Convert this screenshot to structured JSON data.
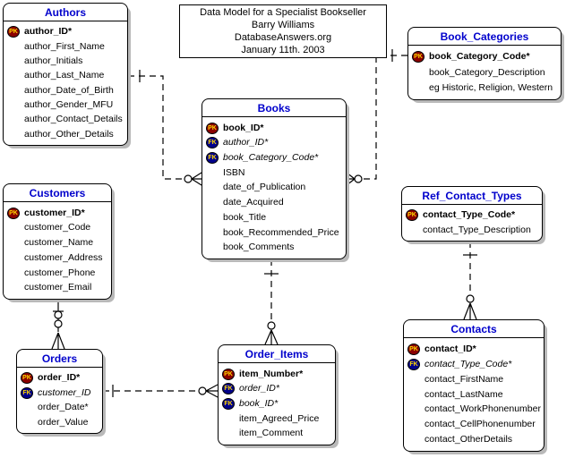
{
  "title_box": {
    "lines": [
      "Data Model for a Specialist Bookseller",
      "Barry Williams",
      "DatabaseAnswers.org",
      "January 11th. 2003"
    ]
  },
  "colors": {
    "pk_badge": "#8B0000",
    "fk_badge": "#00008B",
    "badge_text": "#FFD700",
    "entity_title": "#0000CC"
  },
  "entities": [
    {
      "id": "authors",
      "title": "Authors",
      "fields": [
        {
          "text": "author_ID*",
          "badge": "PK",
          "style": "pk"
        },
        {
          "text": "author_First_Name",
          "badge": "",
          "style": "plain"
        },
        {
          "text": "author_Initials",
          "badge": "",
          "style": "plain"
        },
        {
          "text": "author_Last_Name",
          "badge": "",
          "style": "plain"
        },
        {
          "text": "author_Date_of_Birth",
          "badge": "",
          "style": "plain"
        },
        {
          "text": "author_Gender_MFU",
          "badge": "",
          "style": "plain"
        },
        {
          "text": "author_Contact_Details",
          "badge": "",
          "style": "plain"
        },
        {
          "text": "author_Other_Details",
          "badge": "",
          "style": "plain"
        }
      ]
    },
    {
      "id": "bookcat",
      "title": "Book_Categories",
      "fields": [
        {
          "text": "book_Category_Code*",
          "badge": "PK",
          "style": "pk"
        },
        {
          "text": "book_Category_Description",
          "badge": "",
          "style": "plain"
        },
        {
          "text": "eg Historic, Religion, Western",
          "badge": "",
          "style": "plain"
        }
      ]
    },
    {
      "id": "books",
      "title": "Books",
      "fields": [
        {
          "text": "book_ID*",
          "badge": "PK",
          "style": "pk"
        },
        {
          "text": "author_ID*",
          "badge": "FK",
          "style": "fk"
        },
        {
          "text": "book_Category_Code*",
          "badge": "FK",
          "style": "fk"
        },
        {
          "text": "ISBN",
          "badge": "",
          "style": "plain"
        },
        {
          "text": "date_of_Publication",
          "badge": "",
          "style": "plain"
        },
        {
          "text": "date_Acquired",
          "badge": "",
          "style": "plain"
        },
        {
          "text": "book_Title",
          "badge": "",
          "style": "plain"
        },
        {
          "text": "book_Recommended_Price",
          "badge": "",
          "style": "plain"
        },
        {
          "text": "book_Comments",
          "badge": "",
          "style": "plain"
        }
      ]
    },
    {
      "id": "customers",
      "title": "Customers",
      "fields": [
        {
          "text": "customer_ID*",
          "badge": "PK",
          "style": "pk"
        },
        {
          "text": "customer_Code",
          "badge": "",
          "style": "plain"
        },
        {
          "text": "customer_Name",
          "badge": "",
          "style": "plain"
        },
        {
          "text": "customer_Address",
          "badge": "",
          "style": "plain"
        },
        {
          "text": "customer_Phone",
          "badge": "",
          "style": "plain"
        },
        {
          "text": "customer_Email",
          "badge": "",
          "style": "plain"
        }
      ]
    },
    {
      "id": "refct",
      "title": "Ref_Contact_Types",
      "fields": [
        {
          "text": "contact_Type_Code*",
          "badge": "PK",
          "style": "pk"
        },
        {
          "text": "contact_Type_Description",
          "badge": "",
          "style": "plain"
        }
      ]
    },
    {
      "id": "orders",
      "title": "Orders",
      "fields": [
        {
          "text": "order_ID*",
          "badge": "PK",
          "style": "pk"
        },
        {
          "text": "customer_ID",
          "badge": "FK",
          "style": "fk"
        },
        {
          "text": "order_Date*",
          "badge": "",
          "style": "plain"
        },
        {
          "text": "order_Value",
          "badge": "",
          "style": "plain"
        }
      ]
    },
    {
      "id": "orderitems",
      "title": "Order_Items",
      "fields": [
        {
          "text": "item_Number*",
          "badge": "PK",
          "style": "pk"
        },
        {
          "text": "order_ID*",
          "badge": "FK",
          "style": "fk"
        },
        {
          "text": "book_ID*",
          "badge": "FK",
          "style": "fk"
        },
        {
          "text": "item_Agreed_Price",
          "badge": "",
          "style": "plain"
        },
        {
          "text": "item_Comment",
          "badge": "",
          "style": "plain"
        }
      ]
    },
    {
      "id": "contacts",
      "title": "Contacts",
      "fields": [
        {
          "text": "contact_ID*",
          "badge": "PK",
          "style": "pk"
        },
        {
          "text": "contact_Type_Code*",
          "badge": "FK",
          "style": "fk"
        },
        {
          "text": "contact_FirstName",
          "badge": "",
          "style": "plain"
        },
        {
          "text": "contact_LastName",
          "badge": "",
          "style": "plain"
        },
        {
          "text": "contact_WorkPhonenumber",
          "badge": "",
          "style": "plain"
        },
        {
          "text": "contact_CellPhonenumber",
          "badge": "",
          "style": "plain"
        },
        {
          "text": "contact_OtherDetails",
          "badge": "",
          "style": "plain"
        }
      ]
    }
  ],
  "relationships": [
    {
      "from": "Authors",
      "to": "Books",
      "from_end": "one",
      "to_end": "zero-or-many",
      "line": "dashed"
    },
    {
      "from": "Book_Categories",
      "to": "Books",
      "from_end": "one",
      "to_end": "zero-or-many",
      "line": "dashed"
    },
    {
      "from": "Books",
      "to": "Order_Items",
      "from_end": "one",
      "to_end": "zero-or-many",
      "line": "dashed"
    },
    {
      "from": "Customers",
      "to": "Orders",
      "from_end": "one",
      "to_end": "zero-or-many",
      "line": "solid"
    },
    {
      "from": "Orders",
      "to": "Order_Items",
      "from_end": "one",
      "to_end": "zero-or-many",
      "line": "dashed"
    },
    {
      "from": "Ref_Contact_Types",
      "to": "Contacts",
      "from_end": "one",
      "to_end": "zero-or-many",
      "line": "dashed"
    }
  ]
}
